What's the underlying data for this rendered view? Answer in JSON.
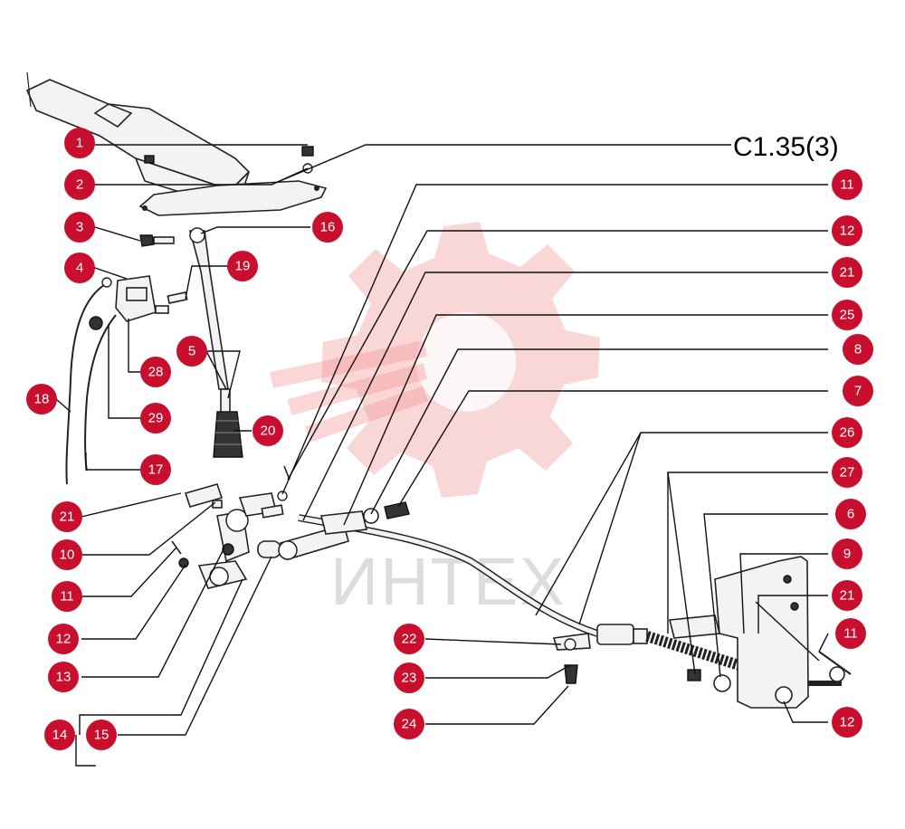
{
  "diagram": {
    "reference_code": "C1.35(3)",
    "watermark_text": "ИНТЕХ",
    "callout_color": "#c8102e",
    "callouts": [
      "1",
      "2",
      "3",
      "4",
      "19",
      "16",
      "5",
      "28",
      "29",
      "20",
      "18",
      "17",
      "21",
      "10",
      "11",
      "12",
      "13",
      "14",
      "15",
      "11",
      "12",
      "21",
      "25",
      "8",
      "7",
      "26",
      "27",
      "6",
      "9",
      "21",
      "11",
      "12",
      "22",
      "23",
      "24"
    ]
  }
}
